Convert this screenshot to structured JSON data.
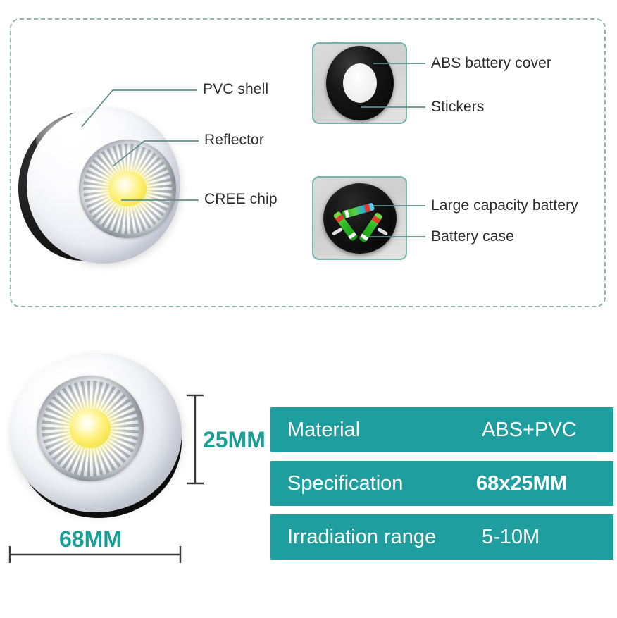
{
  "theme": {
    "teal_bar": "#1E9E9E",
    "teal_text": "#1B9E96",
    "dashed_border": "#8FB6AC",
    "leader_line": "#5F8F88",
    "inset_border": "#77B3AD",
    "label_text": "#2B2B2B",
    "dimension_line": "#3A3A3A"
  },
  "top_panel": {
    "name": "exploded-feature-diagram",
    "callouts_left": [
      {
        "id": "pvc-shell",
        "label": "PVC shell"
      },
      {
        "id": "reflector",
        "label": "Reflector"
      },
      {
        "id": "cree-chip",
        "label": "CREE chip"
      }
    ],
    "callouts_right": [
      {
        "id": "abs-battery-cover",
        "label": "ABS battery cover"
      },
      {
        "id": "stickers",
        "label": "Stickers"
      },
      {
        "id": "large-capacity-battery",
        "label": "Large capacity battery"
      },
      {
        "id": "battery-case",
        "label": "Battery case"
      }
    ],
    "insets": [
      {
        "id": "battery-cover-photo",
        "alt": "black ABS battery cover ring with white sticker center"
      },
      {
        "id": "battery-case-photo",
        "alt": "three green AAA batteries inside black battery case"
      }
    ],
    "hero": {
      "id": "led-puck-light-angled",
      "alt": "white COB LED puck light, three-quarter view"
    }
  },
  "bottom_panel": {
    "product": {
      "id": "led-puck-light-front",
      "alt": "white COB LED puck light, front view"
    },
    "dimensions": {
      "height_label": "25MM",
      "width_label": "68MM"
    },
    "specs": {
      "rows": [
        {
          "key": "Material",
          "value": "ABS+PVC"
        },
        {
          "key": "Specification",
          "value": "68x25MM"
        },
        {
          "key": "Irradiation range",
          "value": "5-10M"
        }
      ]
    }
  }
}
